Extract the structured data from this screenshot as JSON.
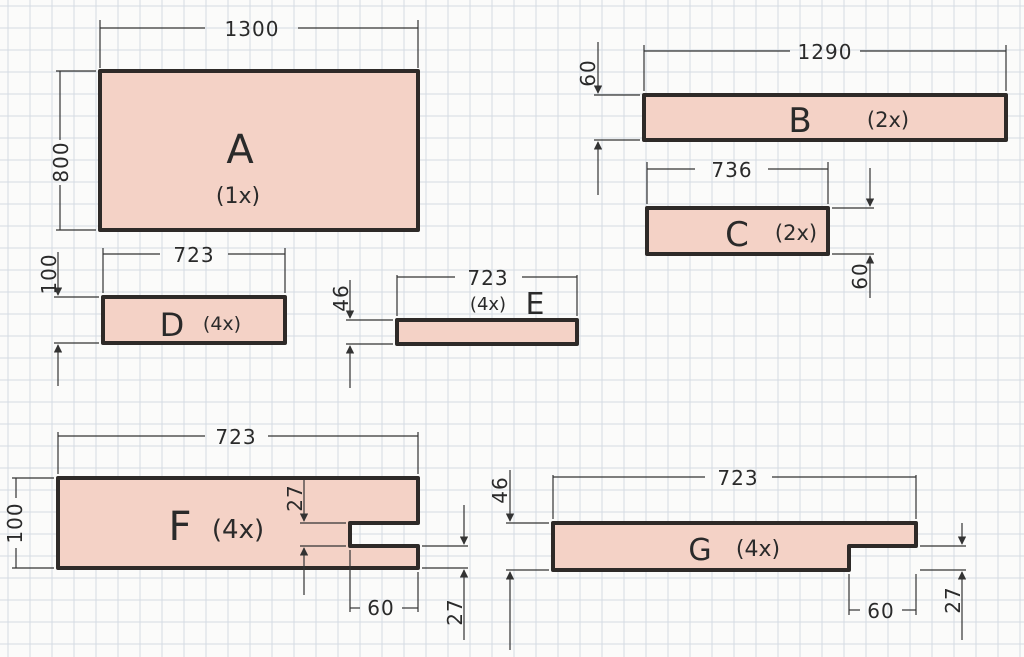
{
  "parts": {
    "A": {
      "letter": "A",
      "qty": "(1x)",
      "length": "1300",
      "height": "800"
    },
    "B": {
      "letter": "B",
      "qty": "(2x)",
      "length": "1290",
      "height": "60"
    },
    "C": {
      "letter": "C",
      "qty": "(2x)",
      "length": "736",
      "height": "60"
    },
    "D": {
      "letter": "D",
      "qty": "(4x)",
      "length": "723",
      "height": "100"
    },
    "E": {
      "letter": "E",
      "qty": "(4x)",
      "length": "723",
      "height": "46"
    },
    "F": {
      "letter": "F",
      "qty": "(4x)",
      "length": "723",
      "height": "100",
      "notch_height_top": "27",
      "notch_height_bottom": "27",
      "notch_length": "60"
    },
    "G": {
      "letter": "G",
      "qty": "(4x)",
      "length": "723",
      "height": "46",
      "notch_height": "27",
      "notch_length": "60"
    }
  },
  "colors": {
    "wood_fill": "#f4d2c6",
    "outline": "#2e2a28",
    "grid": "#d4dbe3"
  }
}
